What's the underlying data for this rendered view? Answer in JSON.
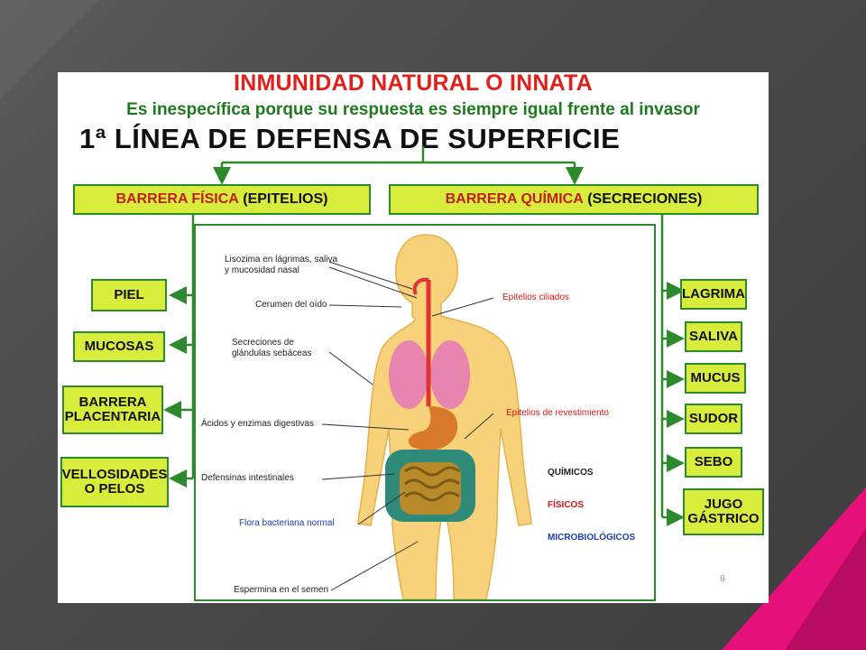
{
  "title": "INMUNIDAD NATURAL O INNATA",
  "subtitle": "Es inespecífica porque su respuesta es siempre igual frente al invasor",
  "heading": "1ª LÍNEA DE DEFENSA DE SUPERFICIE",
  "barrier_physical": {
    "main": "BARRERA FÍSICA",
    "tail": "(EPITELIOS)"
  },
  "barrier_chemical": {
    "main": "BARRERA QUÍMICA",
    "tail": "(SECRECIONES)"
  },
  "physical_items": [
    "PIEL",
    "MUCOSAS",
    "BARRERA PLACENTARIA",
    "VELLOSIDADES O PELOS"
  ],
  "chemical_items": [
    "LAGRIMA",
    "SALIVA",
    "MUCUS",
    "SUDOR",
    "SEBO",
    "JUGO GÁSTRICO"
  ],
  "figure_labels": {
    "lisozima": "Lisozima en lágrimas, saliva y mucosidad nasal",
    "cerumen": "Cerumen del oído",
    "secreciones": "Secreciones de glándulas sebáceas",
    "acidos": "Ácidos y enzimas digestivas",
    "defensinas": "Defensinas intestinales",
    "flora": "Flora bacteriana normal",
    "espermina": "Espermina en el semen",
    "ciliados": "Epitelios ciliados",
    "revestimiento": "Epitelios de revestimiento"
  },
  "legend": {
    "quimicos": "QUÍMICOS",
    "fisicos": "FÍSICOS",
    "micro": "MICROBIOLÓGICOS"
  },
  "colors": {
    "title_red": "#e0201b",
    "subtitle_green": "#1f7a1f",
    "box_fill": "#d8ec3c",
    "line_green": "#2c8a2c",
    "accent_pink": "#e6117a"
  },
  "page_number": "8"
}
